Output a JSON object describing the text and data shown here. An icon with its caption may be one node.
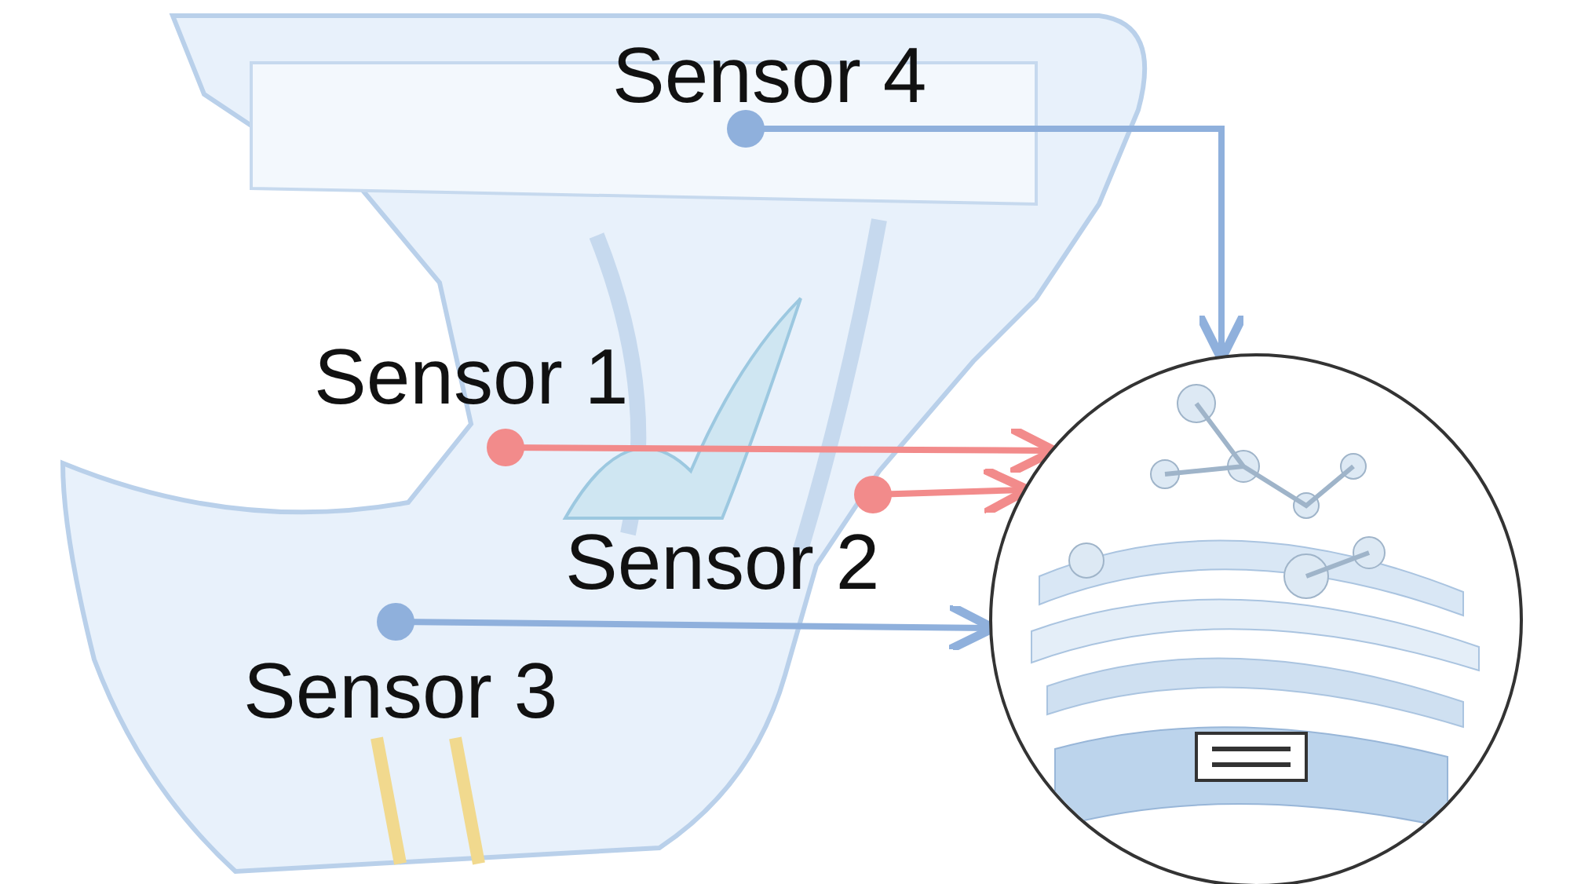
{
  "diagram": {
    "nodes": [
      {
        "text": [
          "Sensor 4"
        ]
      },
      {
        "text": [
          "Sensor 1"
        ]
      },
      {
        "text": [
          "Sensor 2"
        ]
      },
      {
        "text": [
          "Sensor 3"
        ]
      },
      {
        "text": [],
        "shape": "picture"
      }
    ],
    "edges": [
      {
        "from": 0,
        "to": 4,
        "arrow": "to",
        "color": "#8fb0dc"
      },
      {
        "from": 1,
        "to": 4,
        "arrow": "to",
        "color": "#f28b8b"
      },
      {
        "from": 2,
        "to": 4,
        "arrow": "to",
        "color": "#f28b8b"
      },
      {
        "from": 3,
        "to": 4,
        "arrow": "to",
        "color": "#8fb0dc"
      }
    ]
  }
}
